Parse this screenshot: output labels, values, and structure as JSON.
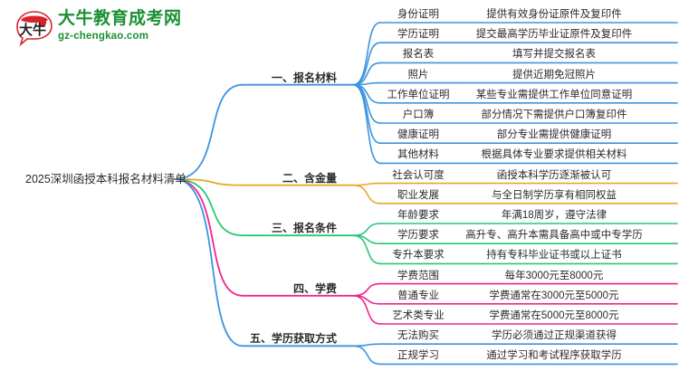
{
  "logo": {
    "mark_text": "大牛",
    "title": "大牛教育成考网",
    "url": "gz-chengkao.com",
    "brand_green": "#1a9033",
    "brand_red": "#d8232a"
  },
  "mindmap": {
    "root": "2025深圳函授本科报名材料清单",
    "colors": {
      "branch1": "#3d94e0",
      "branch2": "#e8a825",
      "branch3": "#29c776",
      "branch4": "#f0248c",
      "branch5": "#3d94e0"
    },
    "branches": [
      {
        "title": "一、报名材料",
        "color": "#3d94e0",
        "items": [
          {
            "label": "身份证明",
            "desc": "提供有效身份证原件及复印件"
          },
          {
            "label": "学历证明",
            "desc": "提交最高学历毕业证原件及复印件"
          },
          {
            "label": "报名表",
            "desc": "填写并提交报名表"
          },
          {
            "label": "照片",
            "desc": "提供近期免冠照片"
          },
          {
            "label": "工作单位证明",
            "desc": "某些专业需提供工作单位同意证明"
          },
          {
            "label": "户口簿",
            "desc": "部分情况下需提供户口簿复印件"
          },
          {
            "label": "健康证明",
            "desc": "部分专业需提供健康证明"
          },
          {
            "label": "其他材料",
            "desc": "根据具体专业要求提供相关材料"
          }
        ]
      },
      {
        "title": "二、含金量",
        "color": "#e8a825",
        "items": [
          {
            "label": "社会认可度",
            "desc": "函授本科学历逐渐被认可"
          },
          {
            "label": "职业发展",
            "desc": "与全日制学历享有相同权益"
          }
        ]
      },
      {
        "title": "三、报名条件",
        "color": "#29c776",
        "items": [
          {
            "label": "年龄要求",
            "desc": "年满18周岁，遵守法律"
          },
          {
            "label": "学历要求",
            "desc": "高升专、高升本需具备高中或中专学历"
          },
          {
            "label": "专升本要求",
            "desc": "持有专科毕业证书或以上证书"
          }
        ]
      },
      {
        "title": "四、学费",
        "color": "#f0248c",
        "items": [
          {
            "label": "学费范围",
            "desc": "每年3000元至8000元"
          },
          {
            "label": "普通专业",
            "desc": "学费通常在3000元至5000元"
          },
          {
            "label": "艺术类专业",
            "desc": "学费通常在5000元至8000元"
          }
        ]
      },
      {
        "title": "五、学历获取方式",
        "color": "#3d94e0",
        "items": [
          {
            "label": "无法购买",
            "desc": "学历必须通过正规渠道获得"
          },
          {
            "label": "正规学习",
            "desc": "通过学习和考试程序获取学历"
          }
        ]
      }
    ]
  }
}
